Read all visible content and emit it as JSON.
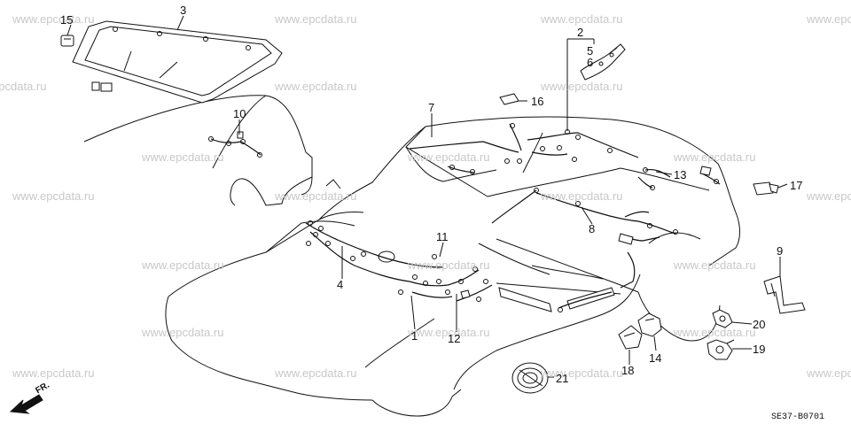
{
  "watermark": "www.epcdata.ru",
  "diagram_code": "SE37-B0701",
  "front_marker": "FR.",
  "callouts": {
    "c1": "1",
    "c2": "2",
    "c3": "3",
    "c4": "4",
    "c5": "5",
    "c6": "6",
    "c7": "7",
    "c8": "8",
    "c9": "9",
    "c10": "10",
    "c11": "11",
    "c12": "12",
    "c13": "13",
    "c14": "14",
    "c15": "15",
    "c16": "16",
    "c17": "17",
    "c18": "18",
    "c19": "19",
    "c20": "20",
    "c21": "21"
  }
}
